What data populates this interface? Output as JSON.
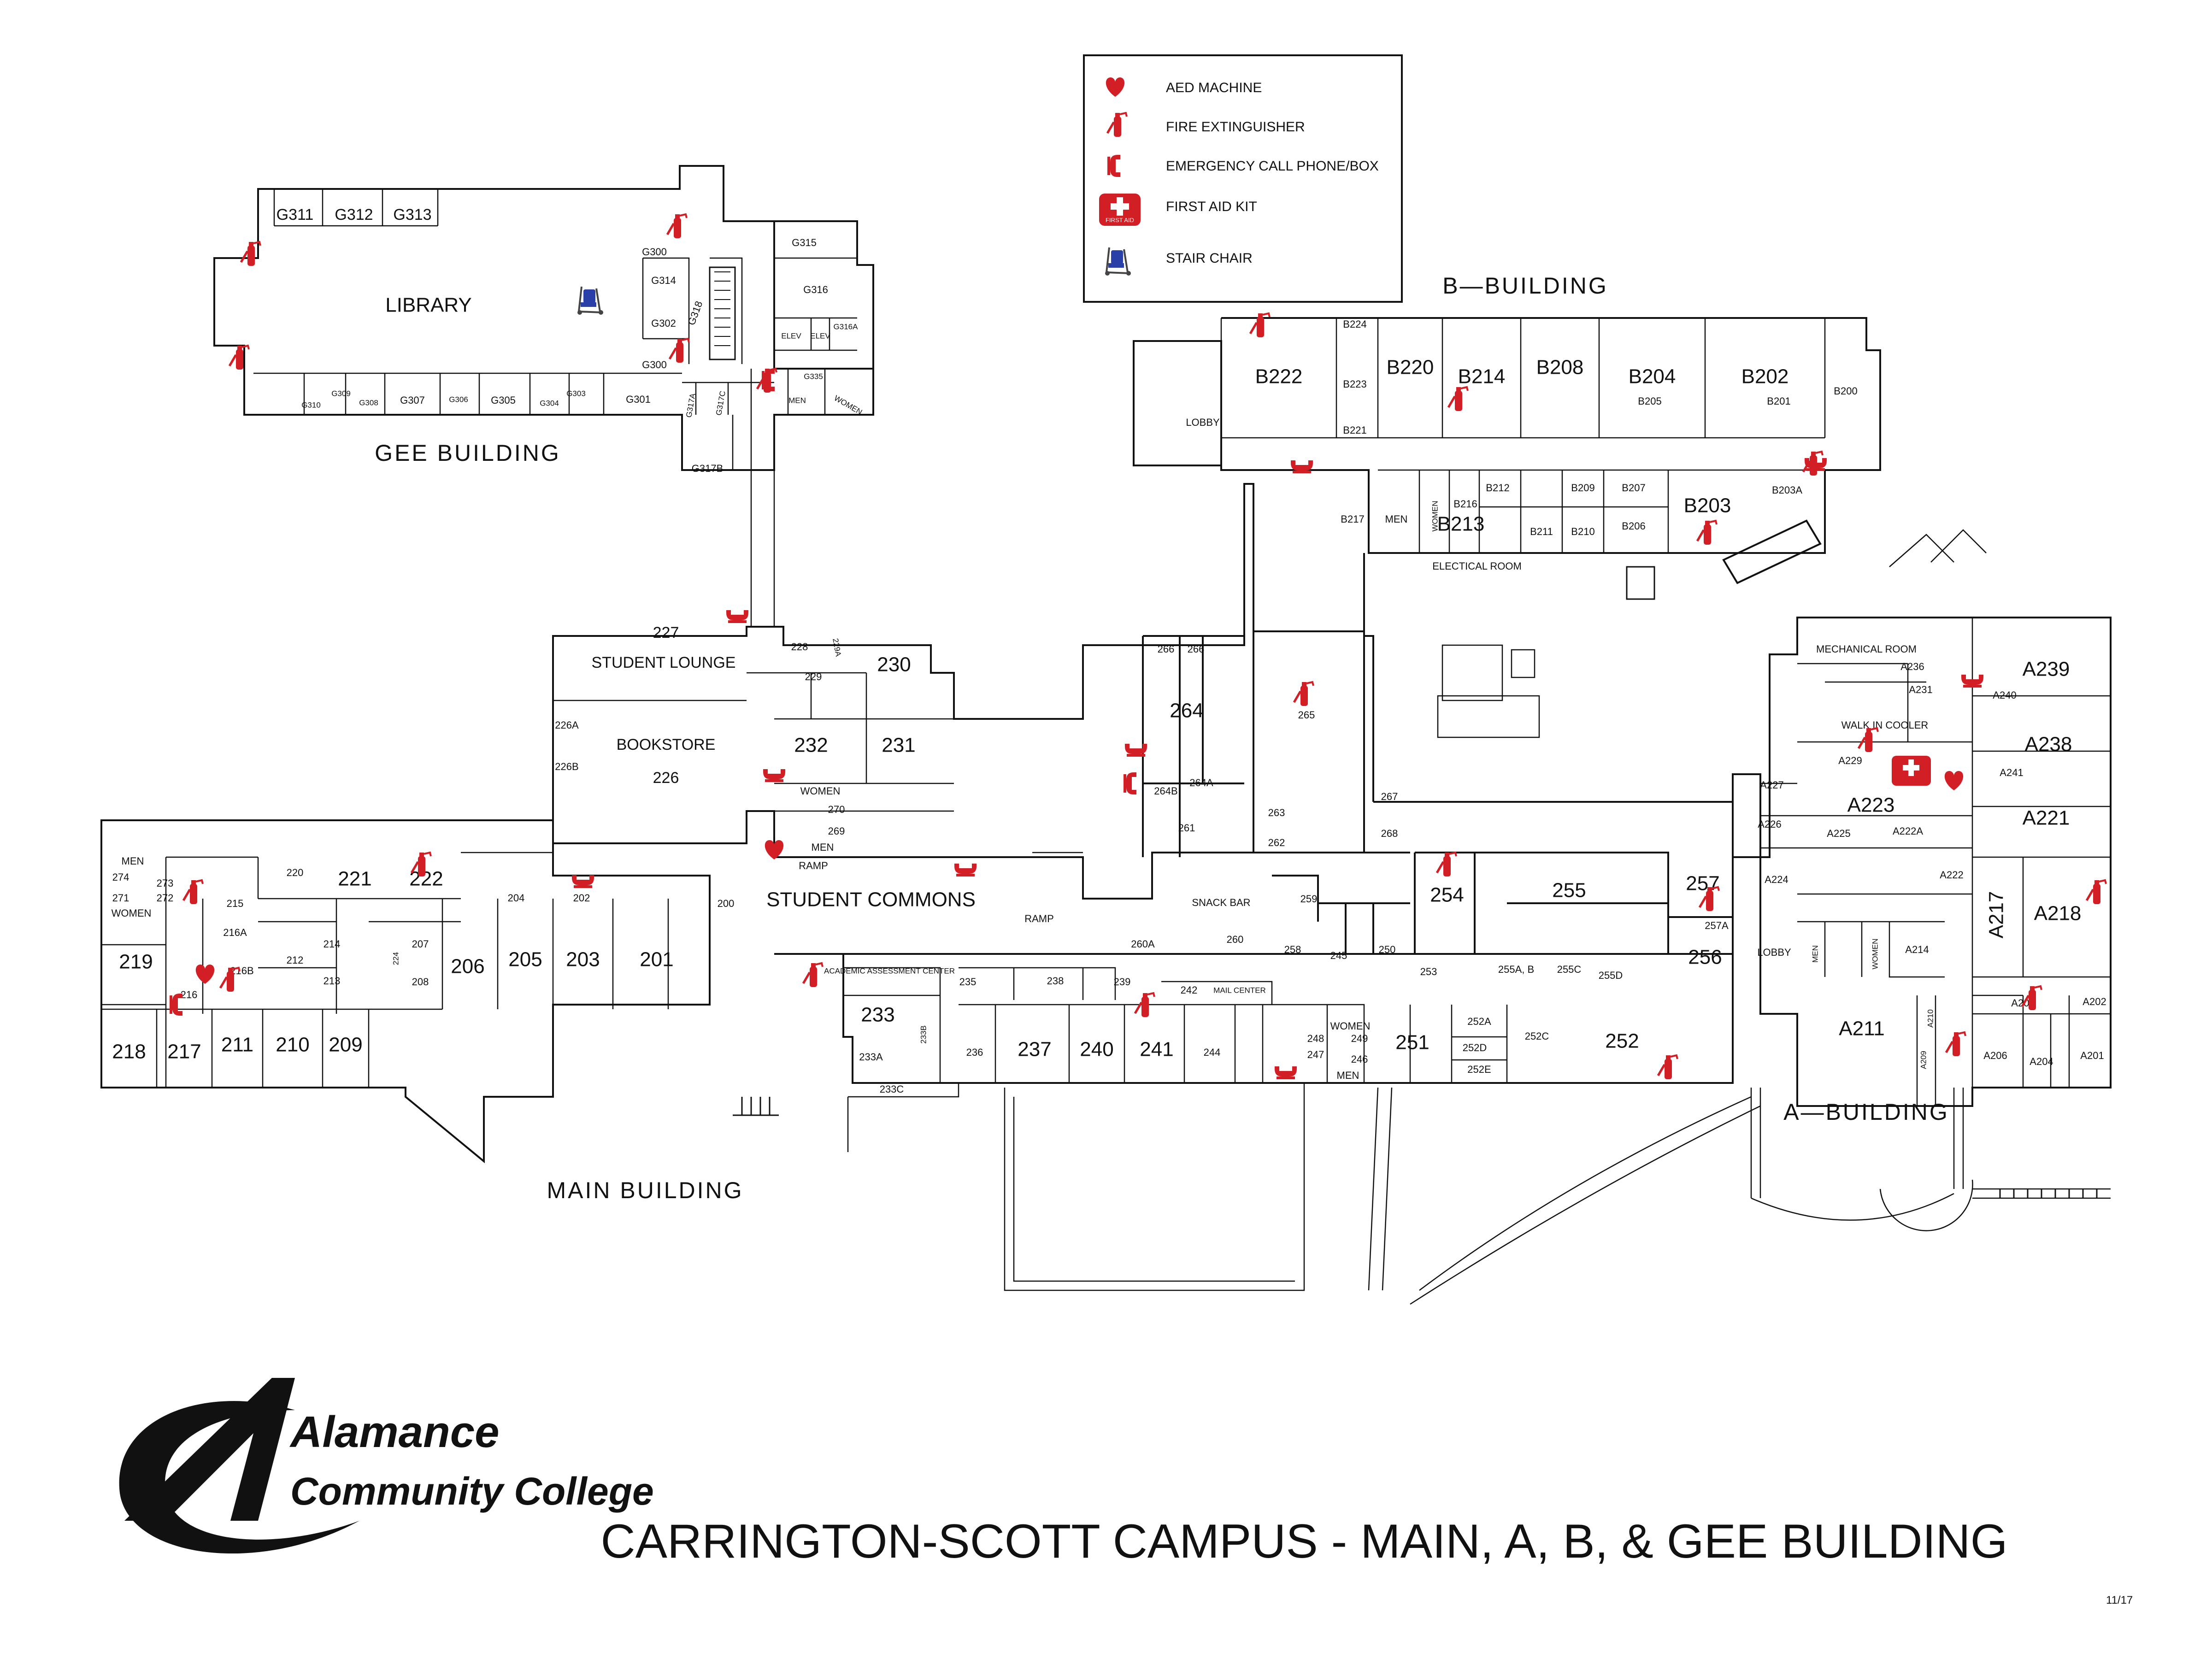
{
  "legend": {
    "aed": "AED MACHINE",
    "fire_extinguisher": "FIRE EXTINGUISHER",
    "emergency_phone": "EMERGENCY CALL PHONE/BOX",
    "first_aid": "FIRST AID KIT",
    "stair_chair": "STAIR CHAIR",
    "first_aid_badge": "FIRST AID"
  },
  "buildings": {
    "gee": "GEE BUILDING",
    "b": "B—BUILDING",
    "a": "A—BUILDING",
    "main": "MAIN BUILDING"
  },
  "rooms": {
    "library": "LIBRARY",
    "g311": "G311",
    "g312": "G312",
    "g313": "G313",
    "g300a": "G300",
    "g300b": "G300",
    "g314": "G314",
    "g302": "G302",
    "g318": "G318",
    "g315": "G315",
    "g316": "G316",
    "g316a": "G316A",
    "elev1": "ELEV",
    "elev2": "ELEV",
    "g335": "G335",
    "g310": "G310",
    "g309": "G309",
    "g308": "G308",
    "g307": "G307",
    "g306": "G306",
    "g305": "G305",
    "g304": "G304",
    "g303": "G303",
    "g301": "G301",
    "g317a": "G317A",
    "g317c": "G317C",
    "g317b": "G317B",
    "g_men": "MEN",
    "g_women": "WOMEN",
    "b222": "B222",
    "b224": "B224",
    "b223": "B223",
    "b221": "B221",
    "b220": "B220",
    "b214": "B214",
    "b208": "B208",
    "b204": "B204",
    "b202": "B202",
    "b205": "B205",
    "b201": "B201",
    "b200": "B200",
    "lobby_b": "LOBBY",
    "b217": "B217",
    "b_men": "MEN",
    "b_women": "WOMEN",
    "b216": "B216",
    "b213": "B213",
    "b212": "B212",
    "b211": "B211",
    "b210": "B210",
    "b209": "B209",
    "b207": "B207",
    "b206": "B206",
    "b203": "B203",
    "b203a": "B203A",
    "elec": "ELECTICAL ROOM",
    "r227": "227",
    "lounge": "STUDENT LOUNGE",
    "bookstore": "BOOKSTORE",
    "r226": "226",
    "r226a": "226A",
    "r226b": "226B",
    "r228": "228",
    "r229a": "229A",
    "r229": "229",
    "r230": "230",
    "r232": "232",
    "r231": "231",
    "m_women": "WOMEN",
    "r270": "270",
    "r269": "269",
    "m_men": "MEN",
    "ramp1": "RAMP",
    "commons": "STUDENT COMMONS",
    "ramp2": "RAMP",
    "r266a": "266",
    "r266b": "266",
    "r264": "264",
    "r264b": "264B",
    "r264a": "264A",
    "r265": "265",
    "r261": "261",
    "r263": "263",
    "r262": "262",
    "r267": "267",
    "r268": "268",
    "snack": "SNACK BAR",
    "r260": "260",
    "r260a": "260A",
    "r259": "259",
    "r258": "258",
    "r245": "245",
    "r250": "250",
    "r253": "253",
    "r254": "254",
    "r255": "255",
    "r255ab": "255A, B",
    "r255c": "255C",
    "r255d": "255D",
    "r257": "257",
    "r257a": "257A",
    "r256": "256",
    "men_l": "MEN",
    "r274": "274",
    "r273": "273",
    "r271": "271",
    "r272": "272",
    "women_l": "WOMEN",
    "r220": "220",
    "r221": "221",
    "r222": "222",
    "r215": "215",
    "r216a": "216A",
    "r212": "212",
    "r214": "214",
    "r213": "213",
    "r216b": "216B",
    "r216": "216",
    "r219": "219",
    "r207": "207",
    "r224": "224",
    "r208": "208",
    "r204": "204",
    "r202": "202",
    "r200": "200",
    "r206": "206",
    "r205": "205",
    "r203": "203",
    "r201": "201",
    "r218": "218",
    "r217": "217",
    "r211": "211",
    "r210": "210",
    "r209": "209",
    "aac": "ACADEMIC ASSESSMENT CENTER",
    "r235": "235",
    "r238": "238",
    "r239": "239",
    "r242": "242",
    "mail": "MAIL CENTER",
    "r233": "233",
    "r233b": "233B",
    "r233a": "233A",
    "r233c": "233C",
    "r236": "236",
    "r237": "237",
    "r240": "240",
    "r241": "241",
    "r244": "244",
    "s_women": "WOMEN",
    "r248": "248",
    "r249": "249",
    "r247": "247",
    "r246": "246",
    "s_men": "MEN",
    "r251": "251",
    "r252a": "252A",
    "r252d": "252D",
    "r252e": "252E",
    "r252c": "252C",
    "r252": "252",
    "mech": "MECHANICAL ROOM",
    "a236": "A236",
    "a231": "A231",
    "cooler": "WALK IN COOLER",
    "a229": "A229",
    "a227": "A227",
    "a226": "A226",
    "a223": "A223",
    "a225": "A225",
    "a222a": "A222A",
    "a224": "A224",
    "a222": "A222",
    "a239": "A239",
    "a240": "A240",
    "a238": "A238",
    "a241": "A241",
    "a221": "A221",
    "a217": "A217",
    "a218": "A218",
    "lobby_a": "LOBBY",
    "a_men": "MEN",
    "a_women": "WOMEN",
    "a214": "A214",
    "a211": "A211",
    "a210": "A210",
    "a209": "A209",
    "a205": "A205",
    "a202": "A202",
    "a206": "A206",
    "a204": "A204",
    "a201": "A201"
  },
  "logo": {
    "line1": "Alamance",
    "line2": "Community College"
  },
  "title": "CARRINGTON-SCOTT CAMPUS - MAIN, A, B, & GEE BUILDING",
  "date": "11/17",
  "colors": {
    "safety_red": "#d21f26",
    "chair_blue": "#2b3fa8",
    "wall": "#111111"
  },
  "icons": [
    "heart-icon",
    "fire-extinguisher-icon",
    "phone-icon",
    "first-aid-icon",
    "stair-chair-icon"
  ]
}
